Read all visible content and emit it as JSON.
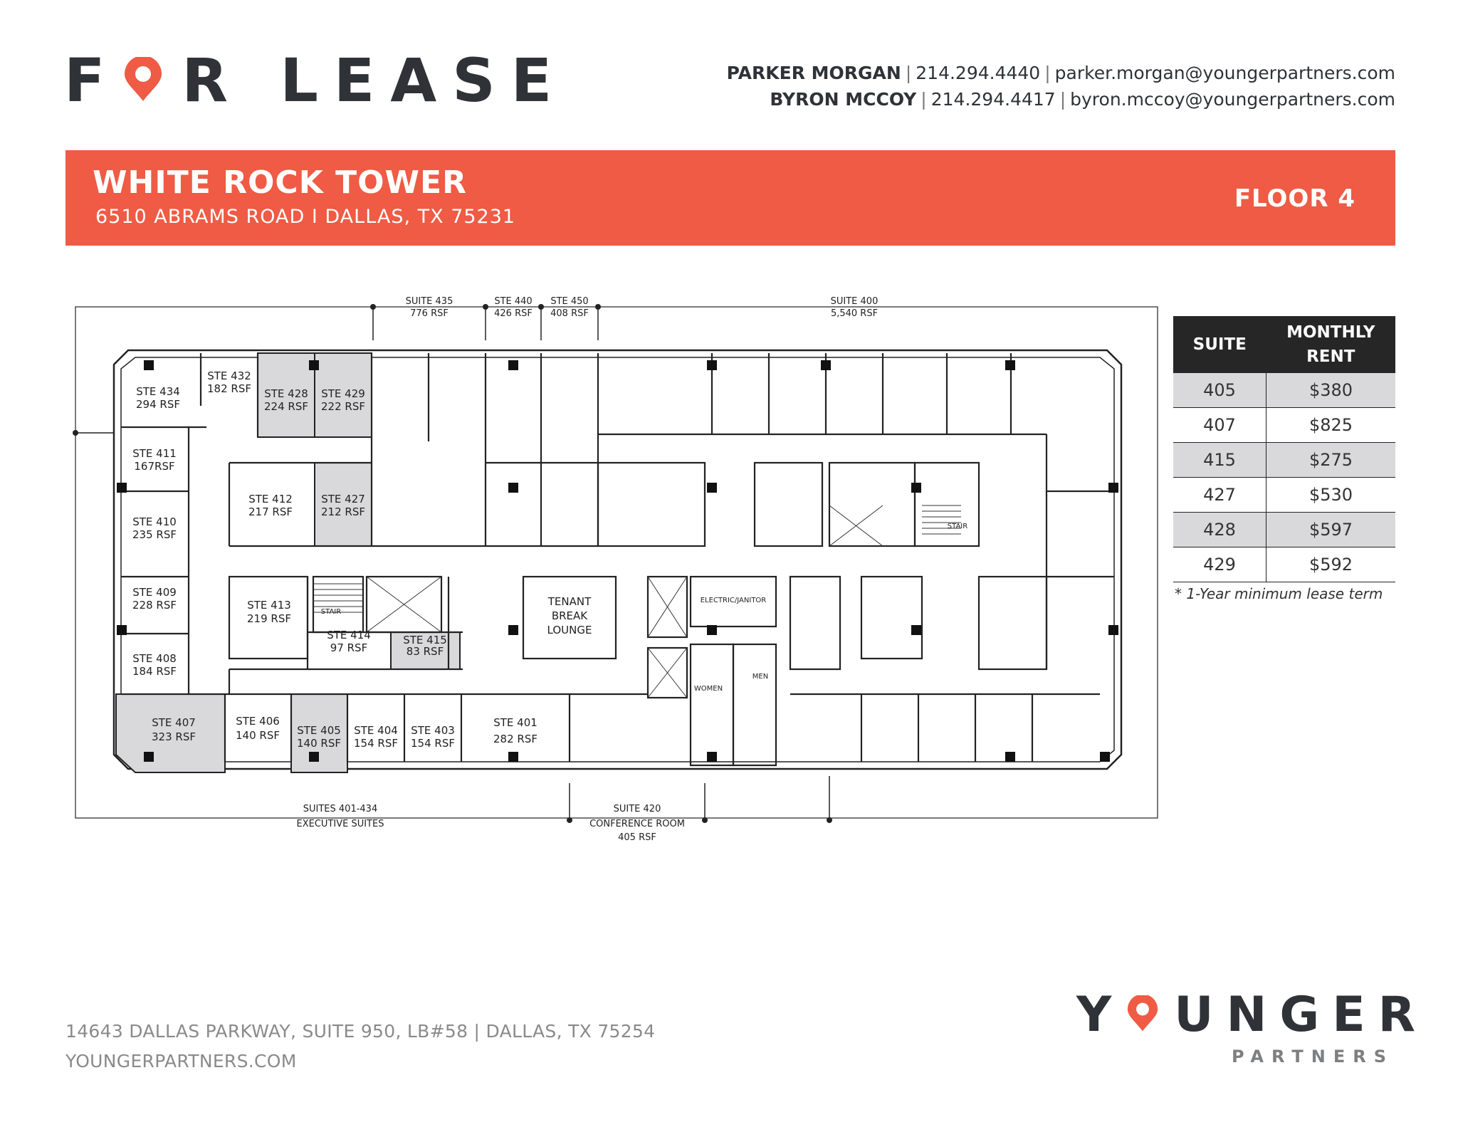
{
  "logo": {
    "pre": "F",
    "post": "R LEASE"
  },
  "contacts": [
    {
      "name": "PARKER MORGAN",
      "phone": "214.294.4440",
      "email": "parker.morgan@youngerpartners.com"
    },
    {
      "name": "BYRON MCCOY",
      "phone": "214.294.4417",
      "email": "byron.mccoy@youngerpartners.com"
    }
  ],
  "banner": {
    "building": "WHITE ROCK TOWER",
    "address": "6510 ABRAMS ROAD  I  DALLAS, TX 75231",
    "floor": "FLOOR 4"
  },
  "colors": {
    "accent": "#ef5b44",
    "dark": "#2f3237",
    "available": "#d9d9db"
  },
  "plan": {
    "top_labels": [
      {
        "line1": "SUITE 435",
        "line2": "776 RSF"
      },
      {
        "line1": "STE 440",
        "line2": "426 RSF"
      },
      {
        "line1": "STE 450",
        "line2": "408 RSF"
      },
      {
        "line1": "SUITE 400",
        "line2": "5,540 RSF"
      }
    ],
    "bottom_labels": [
      {
        "line1": "SUITES 401-434",
        "line2": "EXECUTIVE SUITES",
        "line3": ""
      },
      {
        "line1": "SUITE 420",
        "line2": "CONFERENCE ROOM",
        "line3": "405 RSF"
      }
    ],
    "suites": [
      {
        "line1": "STE 434",
        "line2": "294 RSF",
        "available": false
      },
      {
        "line1": "STE 432",
        "line2": "182 RSF",
        "available": false
      },
      {
        "line1": "STE 428",
        "line2": "224 RSF",
        "available": true
      },
      {
        "line1": "STE 429",
        "line2": "222 RSF",
        "available": true
      },
      {
        "line1": "STE 411",
        "line2": "167RSF",
        "available": false
      },
      {
        "line1": "STE 412",
        "line2": "217 RSF",
        "available": false
      },
      {
        "line1": "STE 427",
        "line2": "212 RSF",
        "available": true
      },
      {
        "line1": "STE 410",
        "line2": "235 RSF",
        "available": false
      },
      {
        "line1": "STE 409",
        "line2": "228 RSF",
        "available": false
      },
      {
        "line1": "STE 413",
        "line2": "219 RSF",
        "available": false
      },
      {
        "line1": "STE 414",
        "line2": "97 RSF",
        "available": false
      },
      {
        "line1": "STE 415",
        "line2": "83 RSF",
        "available": true
      },
      {
        "line1": "STE 408",
        "line2": "184 RSF",
        "available": false
      },
      {
        "line1": "STE 407",
        "line2": "323 RSF",
        "available": true
      },
      {
        "line1": "STE 406",
        "line2": "140 RSF",
        "available": false
      },
      {
        "line1": "STE 405",
        "line2": "140 RSF",
        "available": true
      },
      {
        "line1": "STE 404",
        "line2": "154 RSF",
        "available": false
      },
      {
        "line1": "STE 403",
        "line2": "154 RSF",
        "available": false
      },
      {
        "line1": "STE 401",
        "line2": "282 RSF",
        "available": false
      }
    ],
    "rooms": {
      "lounge": [
        "TENANT",
        "BREAK",
        "LOUNGE"
      ],
      "stair": "STAIR",
      "electrical": "ELECTRIC/JANITOR",
      "women": "WOMEN",
      "men": "MEN"
    }
  },
  "rent_table": {
    "headers": [
      "SUITE",
      "MONTHLY RENT"
    ],
    "rows": [
      {
        "suite": "405",
        "rent": "$380"
      },
      {
        "suite": "407",
        "rent": "$825"
      },
      {
        "suite": "415",
        "rent": "$275"
      },
      {
        "suite": "427",
        "rent": "$530"
      },
      {
        "suite": "428",
        "rent": "$597"
      },
      {
        "suite": "429",
        "rent": "$592"
      }
    ],
    "note": "* 1-Year minimum lease term"
  },
  "footer": {
    "address": "14643 DALLAS PARKWAY, SUITE 950, LB#58 | DALLAS, TX 75254",
    "website": "YOUNGERPARTNERS.COM",
    "brand_pre": "Y",
    "brand_post": "UNGER",
    "brand_sub": "PARTNERS"
  }
}
